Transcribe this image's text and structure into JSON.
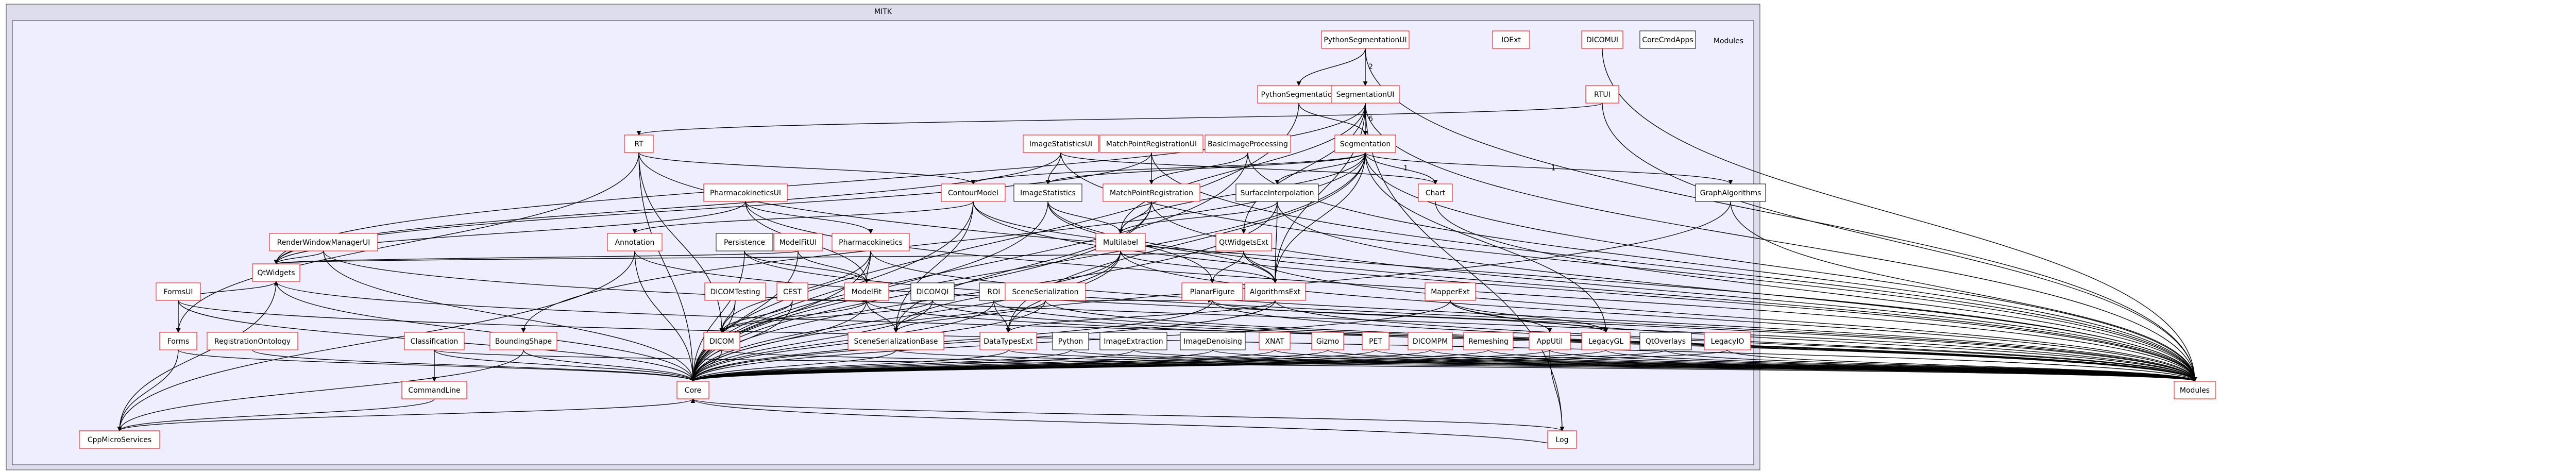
{
  "outer_cluster": {
    "label": "MITK"
  },
  "inner_cluster": {
    "label": "Modules"
  },
  "nodes": {
    "PythonSegmentationUI": "PythonSegmentationUI",
    "IOExt": "IOExt",
    "DICOMUI": "DICOMUI",
    "CoreCmdApps": "CoreCmdApps",
    "PythonSegmentation": "PythonSegmentation",
    "SegmentationUI": "SegmentationUI",
    "RTUI": "RTUI",
    "RT": "RT",
    "ImageStatisticsUI": "ImageStatisticsUI",
    "MatchPointRegistrationUI": "MatchPointRegistrationUI",
    "BasicImageProcessing": "BasicImageProcessing",
    "Segmentation": "Segmentation",
    "ContourModel": "ContourModel",
    "ImageStatistics": "ImageStatistics",
    "MatchPointRegistration": "MatchPointRegistration",
    "SurfaceInterpolation": "SurfaceInterpolation",
    "Chart": "Chart",
    "GraphAlgorithms": "GraphAlgorithms",
    "PharmacokineticsUI": "PharmacokineticsUI",
    "Pharmacokinetics": "Pharmacokinetics",
    "Annotation": "Annotation",
    "Persistence": "Persistence",
    "ModelFitUI": "ModelFitUI",
    "Multilabel": "Multilabel",
    "QtWidgetsExt": "QtWidgetsExt",
    "RenderWindowManagerUI": "RenderWindowManagerUI",
    "QtWidgets": "QtWidgets",
    "FormsUI": "FormsUI",
    "CEST": "CEST",
    "ModelFit": "ModelFit",
    "DICOMTesting": "DICOMTesting",
    "DICOMQI": "DICOMQI",
    "ROI": "ROI",
    "SceneSerialization": "SceneSerialization",
    "PlanarFigure": "PlanarFigure",
    "AlgorithmsExt": "AlgorithmsExt",
    "MapperExt": "MapperExt",
    "Forms": "Forms",
    "RegistrationOntology": "RegistrationOntology",
    "Classification": "Classification",
    "BoundingShape": "BoundingShape",
    "DICOM": "DICOM",
    "SceneSerializationBase": "SceneSerializationBase",
    "DataTypesExt": "DataTypesExt",
    "Python": "Python",
    "ImageExtraction": "ImageExtraction",
    "ImageDenoising": "ImageDenoising",
    "XNAT": "XNAT",
    "Gizmo": "Gizmo",
    "PET": "PET",
    "DICOMPM": "DICOMPM",
    "Remeshing": "Remeshing",
    "AppUtil": "AppUtil",
    "LegacyGL": "LegacyGL",
    "QtOverlays": "QtOverlays",
    "LegacyIO": "LegacyIO",
    "CommandLine": "CommandLine",
    "Core": "Core",
    "CppMicroServices": "CppMicroServices",
    "Log": "Log",
    "Modules": "Modules"
  },
  "edge_labels": {
    "PythonSegmentationUI__SegmentationUI": "2",
    "SegmentationUI__Segmentation": "6",
    "Segmentation__GraphAlgorithms": "1",
    "Segmentation__Chart": "1"
  },
  "colors": {
    "outer_fill": "#ddddee",
    "inner_fill": "#eeeeff",
    "cluster_border": "#404040",
    "node_red": "#ff0000",
    "node_black": "#000000",
    "edge": "#000000"
  }
}
